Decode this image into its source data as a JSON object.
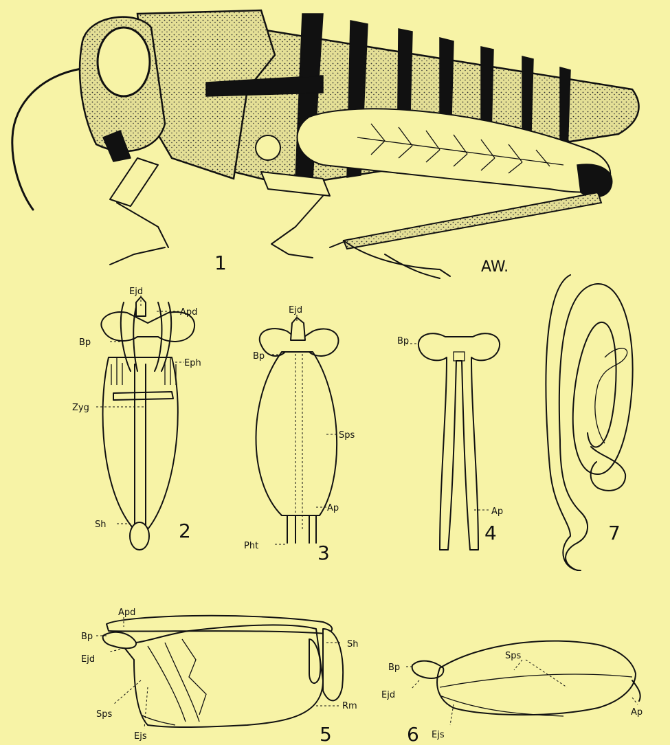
{
  "plate": {
    "background": "#f7f3a6",
    "ink": "#111111",
    "signature": "AW.",
    "figures": [
      {
        "number": "1"
      },
      {
        "number": "2",
        "labels": [
          "Ejd",
          "Apd",
          "Bp",
          "Eph",
          "Zyg",
          "Sh"
        ]
      },
      {
        "number": "3",
        "labels": [
          "Ejd",
          "Bp",
          "Sps",
          "Ap",
          "Pht"
        ]
      },
      {
        "number": "4",
        "labels": [
          "Bp",
          "Ap"
        ]
      },
      {
        "number": "7"
      },
      {
        "number": "5",
        "labels": [
          "Apd",
          "Bp",
          "Ejd",
          "Sh",
          "Rm",
          "Sps",
          "Ejs"
        ]
      },
      {
        "number": "6",
        "labels": [
          "Sps",
          "Bp",
          "Ejd",
          "Ap",
          "Ejs"
        ]
      }
    ]
  }
}
